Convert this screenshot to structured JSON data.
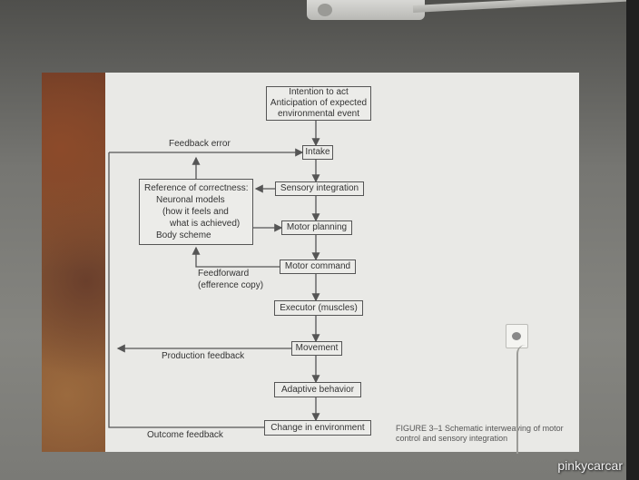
{
  "diagram": {
    "boxes": {
      "intention": [
        "Intention to act",
        "Anticipation of expected",
        "environmental event"
      ],
      "intake": "Intake",
      "sensory": "Sensory integration",
      "planning": "Motor planning",
      "command": "Motor command",
      "executor": "Executor (muscles)",
      "movement": "Movement",
      "adaptive": "Adaptive behavior",
      "change": "Change in environment"
    },
    "reference": [
      "Reference of correctness:",
      "Neuronal models",
      "(how it feels and",
      "what is achieved)",
      "Body scheme"
    ],
    "labels": {
      "feedback_error": "Feedback error",
      "feedforward": "Feedforward",
      "efference": "(efference copy)",
      "production_feedback": "Production feedback",
      "outcome_feedback": "Outcome feedback"
    },
    "caption": "FIGURE 3–1 Schematic interweaving of motor control and sensory integration"
  },
  "watermark": "pinkycarcar",
  "colors": {
    "screen": "#e9e9e6",
    "line": "#555555",
    "room": "#767672"
  }
}
